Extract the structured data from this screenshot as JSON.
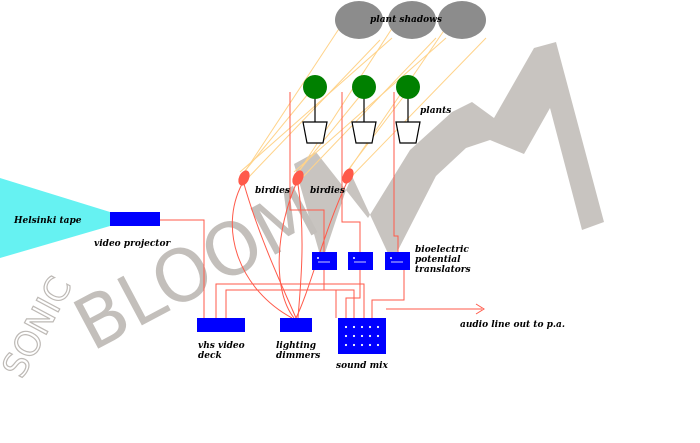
{
  "watermark": {
    "word_small": "SONIC",
    "word_big": "BLOOM"
  },
  "labels": {
    "plant_shadows": "plant shadows",
    "plants": "plants",
    "birdies_1": "birdies",
    "birdies_2": "birdies",
    "helsinki_tape": "Helsinki tape",
    "video_projector": "video projector",
    "bioelectric_1": "bioelectric",
    "bioelectric_2": "potential",
    "bioelectric_3": "translators",
    "audio_line_out": "audio line out to p.a.",
    "vhs_1": "vhs video",
    "vhs_2": "deck",
    "dimmers_1": "lighting",
    "dimmers_2": "dimmers",
    "sound_mix": "sound mix"
  },
  "colors": {
    "shadow_fill": "#8c8c8c",
    "plant_green": "#008000",
    "device_blue": "#0000ff",
    "wire_red": "#ff5a4a",
    "light_beam": "#ffd38a",
    "projector_beam": "#66f2f2",
    "watermark_gray": "#c3bfbb"
  }
}
